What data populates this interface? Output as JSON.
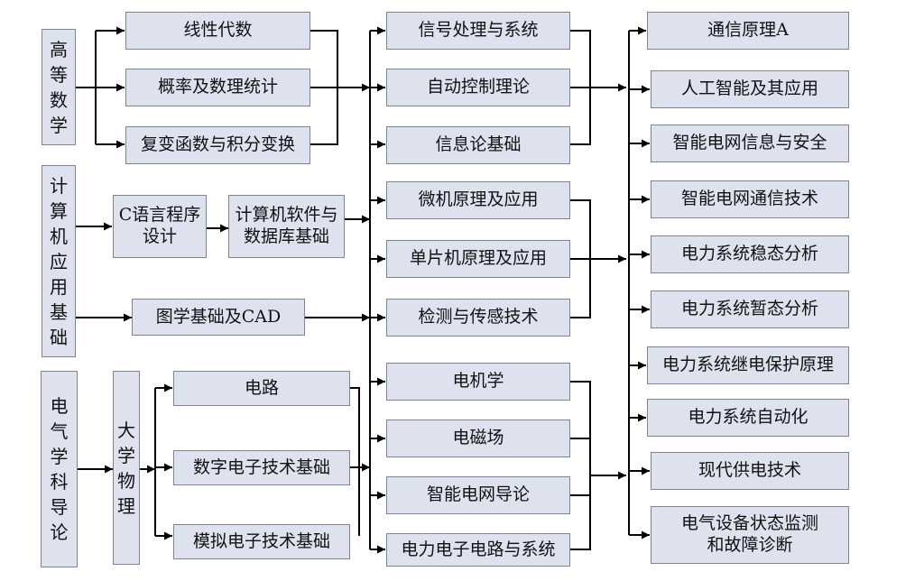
{
  "colors": {
    "box_fill": "#dde2ee",
    "box_border": "#7d8494",
    "wire": "#000000"
  },
  "roots": {
    "math": "高等数学",
    "computer": "计算机应用基础",
    "ee_intro": "电气学科导论",
    "physics": "大学物理"
  },
  "math_courses": {
    "linear_algebra": "线性代数",
    "probability": "概率及数理统计",
    "complex_functions": "复变函数与积分变换"
  },
  "computer_courses": {
    "c_language": "C语言程序\n设计",
    "software_db": "计算机软件与\n数据库基础",
    "graphics_cad": "图学基础及CAD"
  },
  "physics_courses": {
    "circuits": "电路",
    "digital": "数字电子技术基础",
    "analog": "模拟电子技术基础"
  },
  "core_courses": {
    "signals": "信号处理与系统",
    "control": "自动控制理论",
    "info_theory": "信息论基础",
    "microcomputer": "微机原理及应用",
    "mcu": "单片机原理及应用",
    "sensors": "检测与传感技术",
    "machines": "电机学",
    "em_field": "电磁场",
    "smart_grid_intro": "智能电网导论",
    "power_electronics": "电力电子电路与系统"
  },
  "advanced_courses": {
    "communication": "通信原理A",
    "ai": "人工智能及其应用",
    "grid_security": "智能电网信息与安全",
    "grid_comm": "智能电网通信技术",
    "steady_state": "电力系统稳态分析",
    "transient": "电力系统暂态分析",
    "relay": "电力系统继电保护原理",
    "automation": "电力系统自动化",
    "power_supply": "现代供电技术",
    "monitoring": "电气设备状态监测\n和故障诊断"
  }
}
